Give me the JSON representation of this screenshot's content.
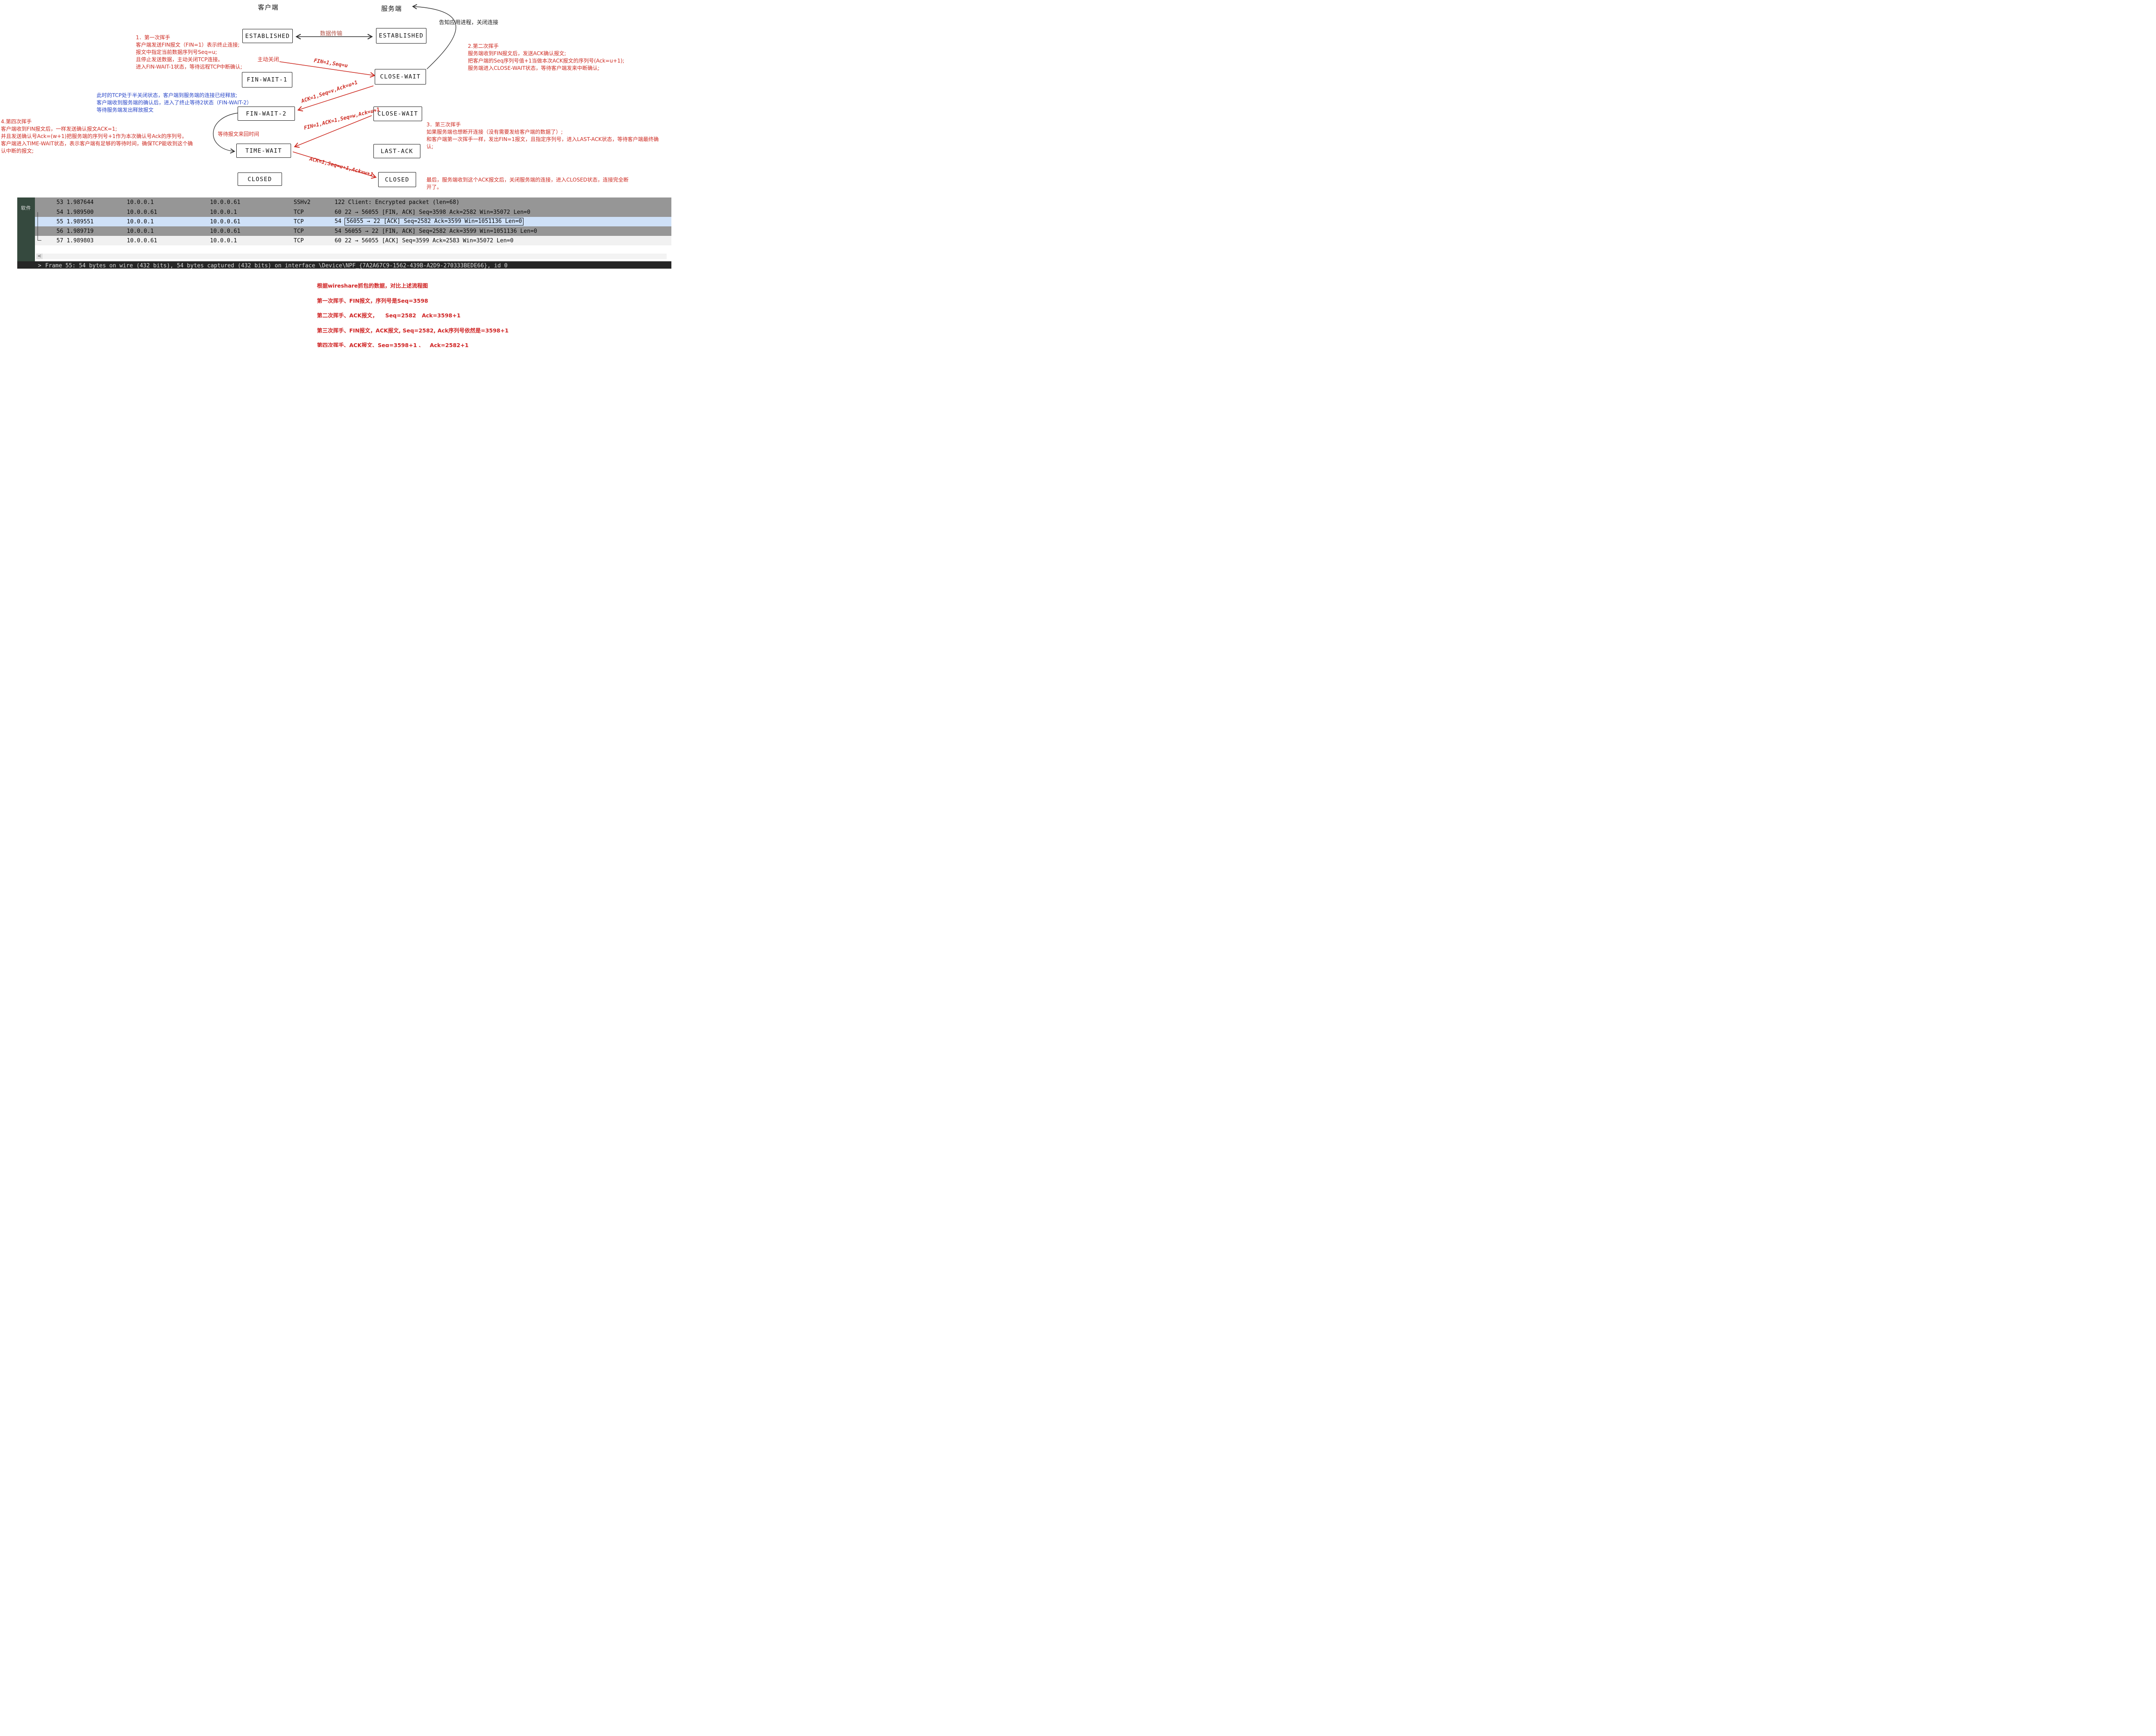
{
  "diagram": {
    "client_label": "客户端",
    "server_label": "服务端",
    "server_note": "告知应用进程，关闭连接",
    "data_transfer_label": "数据传输",
    "active_close_label": "主动关闭",
    "wait_label": "等待报文来回时间",
    "client_states": [
      "ESTABLISHED",
      "FIN-WAIT-1",
      "FIN-WAIT-2",
      "TIME-WAIT",
      "CLOSED"
    ],
    "server_states": [
      "ESTABLISHED",
      "CLOSE-WAIT",
      "CLOSE-WAIT",
      "LAST-ACK",
      "CLOSED"
    ],
    "segment_labels": {
      "fin1": "FIN=1,Seq=u",
      "ack1": "ACK=1,Seq=v,Ack=u+1",
      "fin2": "FIN=1,ACK=1,Seq=w,Ack=u+1",
      "ack2": "ACK=1,Seq=u+1,Ack=w+1"
    },
    "notes": {
      "step1": "1．第一次挥手\n客户端发送FIN报文（FIN=1）表示终止连接;\n报文中指定当前数据序列号Seq=u;\n且停止发送数据，主动关闭TCP连接。\n进入FIN-WAIT-1状态，等待远程TCP中断确认;",
      "step2": "2.第二次挥手\n服务端收到FIN报文后，发送ACK确认报文;\n把客户端的Seq序列号值+1当做本次ACK报文的序列号(Ack=u+1);\n服务端进入CLOSE-WAIT状态，等待客户端发来中断确认;",
      "half_close": "此时的TCP处于半关闭状态，客户端到服务端的连接已经释放;\n客户端收到服务端的确认后，进入了终止等待2状态（FIN-WAIT-2）\n等待服务端发出释放报文",
      "step4": "4.第四次挥手\n客户端收到FIN报文后，一样发送确认报文ACK=1;\n并且发送确认号Ack=(w+1)把服务端的序列号+1作为本次确认号Ack的序列号。\n客户端进入TIME-WAIT状态，表示客户端有足够的等待时间，确保TCP能收到这个确认中断的报文;",
      "step3": "3．第三次挥手\n如果服务端也想断开连接（没有需要发给客户端的数据了）;\n和客户端第一次挥手一样，发出FIN=1报文，且指定序列号，进入LAST-ACK状态，等待客户端最终确认;",
      "closed_note": "最后，服务端收到这个ACK报文后，关闭服务端的连接，进入CLOSED状态，连接完全断开了。"
    }
  },
  "wireshark": {
    "sidebar_label": "软件",
    "rows": [
      {
        "no_time": "53 1.987644",
        "src": "10.0.0.1",
        "dst": "10.0.0.61",
        "proto": "SSHv2",
        "info": "122 Client: Encrypted packet (len=68)"
      },
      {
        "no_time": "54 1.989500",
        "src": "10.0.0.61",
        "dst": "10.0.0.1",
        "proto": "TCP",
        "info": "60 22 → 56055 [FIN, ACK] Seq=3598 Ack=2582 Win=35072 Len=0"
      },
      {
        "no_time": "55 1.989551",
        "src": "10.0.0.1",
        "dst": "10.0.0.61",
        "proto": "TCP",
        "info_prefix": "54 ",
        "info_boxed": "56055 → 22 [ACK] Seq=2582 Ack=3599 Win=1051136 Len=0"
      },
      {
        "no_time": "56 1.989719",
        "src": "10.0.0.1",
        "dst": "10.0.0.61",
        "proto": "TCP",
        "info": "54 56055 → 22 [FIN, ACK] Seq=2582 Ack=3599 Win=1051136 Len=0"
      },
      {
        "no_time": "57 1.989803",
        "src": "10.0.0.61",
        "dst": "10.0.0.1",
        "proto": "TCP",
        "info": "60 22 → 56055 [ACK] Seq=3599 Ack=2583 Win=35072 Len=0"
      }
    ],
    "scroll_left": "<",
    "expander": ">",
    "status_line": "Frame 55: 54 bytes on wire (432 bits), 54 bytes captured (432 bits) on interface \\Device\\NPF_{7A2A67C9-1562-439B-A2D9-270333BEDE66}, id 0"
  },
  "bottom_notes": [
    "根据wireshare抓包的数据，对比上述流程图",
    "第一次挥手、FIN报文，序列号是Seq=3598",
    "第二次挥手、ACK报文，    Seq=2582   Ack=3598+1",
    "第三次挥手、FIN报文，ACK报文, Seq=2582, Ack序列号依然是=3598+1",
    "第四次挥手、ACK报文、Seq=3598+1 、   Ack=2582+1"
  ],
  "colors": {
    "annotation_red": "#cd2a21",
    "annotation_blue": "#2946c8",
    "data_transfer_red": "#b5564a",
    "row_gray": "#969696",
    "row_selected_blue": "#cfe1f8",
    "sidebar_green": "#35493e",
    "status_bar_dark": "#262626"
  }
}
